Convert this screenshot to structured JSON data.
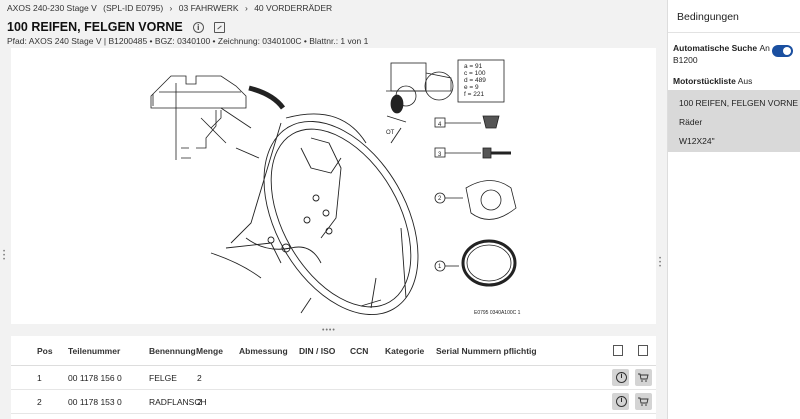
{
  "breadcrumb": [
    "AXOS 240-230 Stage V",
    "(SPL-ID E0795)",
    "›",
    "03 FAHRWERK",
    "›",
    "40 VORDERRÄDER"
  ],
  "title": "100 REIFEN, FELGEN VORNE",
  "path": "Pfad: AXOS 240 Stage V | B1200485  •  BGZ: 0340100  •  Zeichnung: 0340100C  •  Blattnr.: 1 von 1",
  "drawing": {
    "legend": [
      "a = 91",
      "c = 100",
      "d = 489",
      "e = 9",
      "f = 221"
    ],
    "callouts": [
      "4",
      "3",
      "2",
      "1"
    ],
    "code": "E0795 0340A100C 1"
  },
  "table": {
    "headers": [
      "Pos",
      "Teilenummer",
      "Benennung",
      "Menge",
      "Abmessung",
      "DIN / ISO",
      "CCN",
      "Kategorie",
      "Serial Nummern pflichtig"
    ],
    "rows": [
      {
        "pos": "1",
        "part": "00 1178 156 0",
        "name": "FELGE",
        "qty": "2"
      },
      {
        "pos": "2",
        "part": "00 1178 153 0",
        "name": "RADFLANSCH",
        "qty": "2"
      }
    ]
  },
  "panel": {
    "title": "Bedingungen",
    "auto_search_label": "Automatische Suche",
    "auto_search_state": "An",
    "auto_search_value": "B1200",
    "motor_label": "Motorstückliste",
    "motor_state": "Aus",
    "filters": [
      "100 REIFEN, FELGEN VORNE",
      "Räder",
      "W12X24\""
    ]
  },
  "colors": {
    "toggle": "#1a4fa0",
    "filter_bg": "#d9d9d9"
  }
}
